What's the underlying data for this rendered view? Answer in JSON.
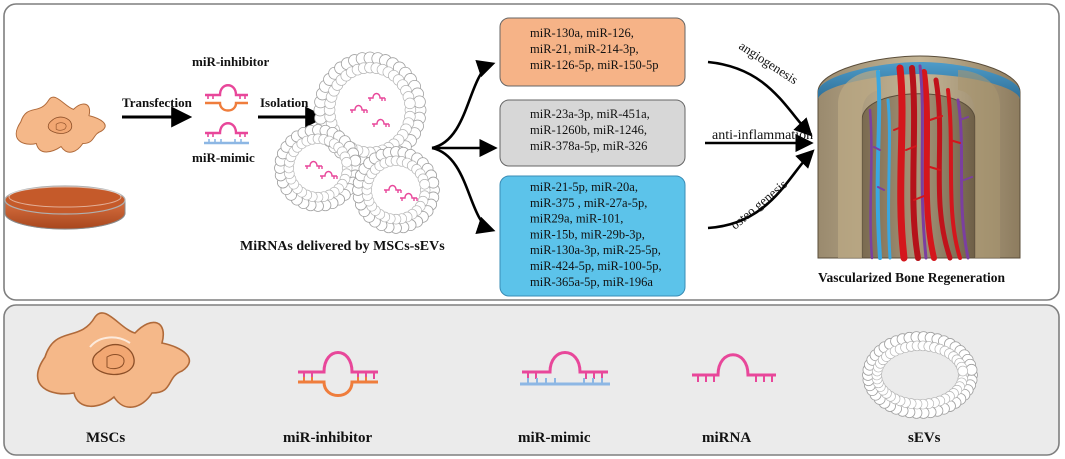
{
  "labels": {
    "transfection": "Transfection",
    "isolation": "Isolation",
    "mir_inhibitor": "miR-inhibitor",
    "mir_mimic": "miR-mimic",
    "delivered": "MiRNAs delivered by MSCs-sEVs",
    "vascularized": "Vascularized Bone Regeneration"
  },
  "effects": {
    "angiogenesis": "angiogenesis",
    "anti_inflammation": "anti-inflammation",
    "osteogenesis": "osteo genesis"
  },
  "boxes": {
    "angio": {
      "color": "#f6b387",
      "lines": [
        "miR-130a, miR-126,",
        "miR-21, miR-214-3p,",
        "miR-126-5p, miR-150-5p"
      ]
    },
    "inflam": {
      "color": "#d7d7d7",
      "lines": [
        "miR-23a-3p, miR-451a,",
        "miR-1260b, miR-1246,",
        "miR-378a-5p, miR-326"
      ]
    },
    "osteo": {
      "color": "#5cc3ea",
      "lines": [
        "miR-21-5p, miR-20a,",
        "miR-375 , miR-27a-5p,",
        "miR29a, miR-101,",
        "miR-15b, miR-29b-3p,",
        "miR-130a-3p, miR-25-5p,",
        "miR-424-5p, miR-100-5p,",
        "miR-365a-5p,  miR-196a"
      ]
    }
  },
  "legend": {
    "mscs": "MSCs",
    "mir_inhibitor": "miR-inhibitor",
    "mir_mimic": "miR-mimic",
    "mirna": "miRNA",
    "sevs": "sEVs"
  },
  "colors": {
    "cell": "#f5b889",
    "mirna_pink": "#e8479a",
    "inhibitor_orange": "#ef7d3c",
    "mimic_blue": "#8db7e4",
    "panel_bottom": "#ebebeb"
  }
}
